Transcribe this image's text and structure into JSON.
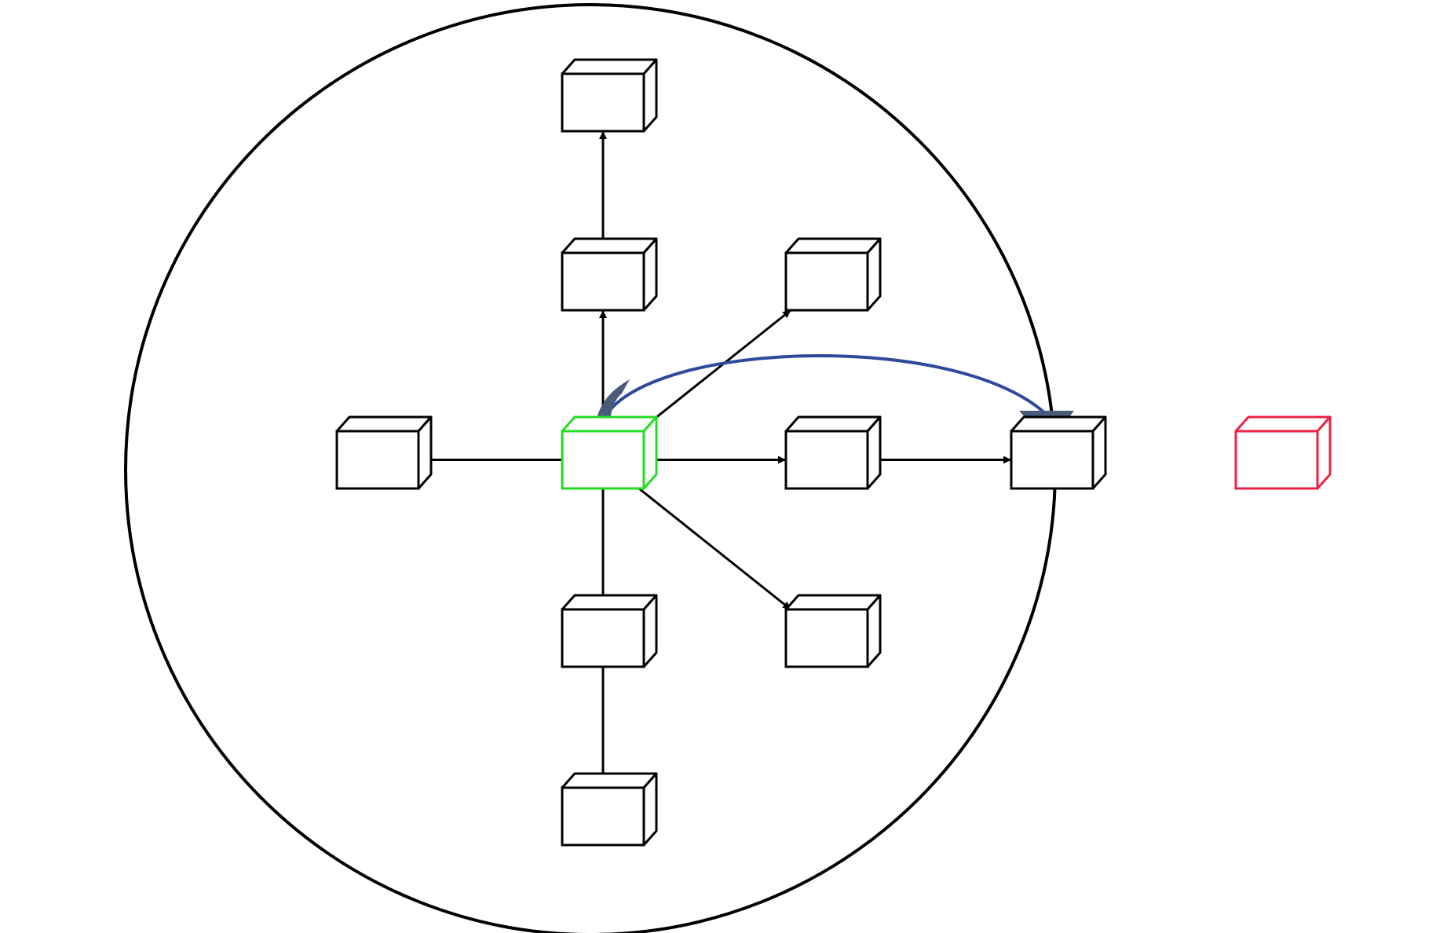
{
  "diagram": {
    "type": "network-topology",
    "colors": {
      "background": "#ffffff",
      "stroke": "#000000",
      "source_node": "#22dd22",
      "outside_node": "#ee2244",
      "jump_arrow": "#2f4a9c",
      "jump_arrow_fill": "#4a5a7a"
    },
    "nodes": [
      {
        "id": "center",
        "role": "source",
        "color_key": "source_node"
      },
      {
        "id": "top-inner",
        "role": "neighbor"
      },
      {
        "id": "top-outer",
        "role": "neighbor"
      },
      {
        "id": "left",
        "role": "neighbor"
      },
      {
        "id": "right-upper",
        "role": "neighbor"
      },
      {
        "id": "right-middle",
        "role": "neighbor"
      },
      {
        "id": "right-lower",
        "role": "neighbor"
      },
      {
        "id": "right-far",
        "role": "boundary"
      },
      {
        "id": "bottom-inner",
        "role": "neighbor"
      },
      {
        "id": "bottom-outer",
        "role": "neighbor"
      },
      {
        "id": "outside",
        "role": "outside",
        "color_key": "outside_node"
      }
    ],
    "edges": [
      {
        "from": "center",
        "to": "top-inner"
      },
      {
        "from": "top-inner",
        "to": "top-outer"
      },
      {
        "from": "center",
        "to": "left"
      },
      {
        "from": "center",
        "to": "right-upper"
      },
      {
        "from": "center",
        "to": "right-middle"
      },
      {
        "from": "right-middle",
        "to": "right-far"
      },
      {
        "from": "center",
        "to": "right-lower"
      },
      {
        "from": "center",
        "to": "bottom-inner"
      },
      {
        "from": "bottom-inner",
        "to": "bottom-outer"
      }
    ],
    "jump": {
      "from": "center",
      "to": "right-far"
    }
  }
}
